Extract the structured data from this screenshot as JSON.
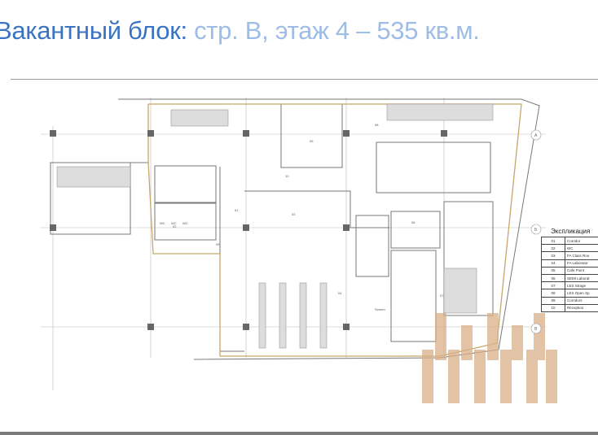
{
  "title": {
    "main": "Вакантный блок:",
    "detail": " стр. В, этаж 4 – 535 кв.м."
  },
  "legend": {
    "header": "Экспликация",
    "rows": [
      {
        "num": "01",
        "name": "Corridor"
      },
      {
        "num": "02",
        "name": "WC"
      },
      {
        "num": "03",
        "name": "FA Class Roo"
      },
      {
        "num": "04",
        "name": "FA Laborator"
      },
      {
        "num": "05",
        "name": "Cafe Point"
      },
      {
        "num": "06",
        "name": "SEMI Laborat"
      },
      {
        "num": "07",
        "name": "LES Strage"
      },
      {
        "num": "08",
        "name": "LES Open Sp"
      },
      {
        "num": "09",
        "name": "Corridors"
      },
      {
        "num": "10",
        "name": "Reception"
      }
    ]
  },
  "plan": {
    "room_labels": [
      "01",
      "02",
      "03",
      "04",
      "05",
      "06",
      "07",
      "08",
      "09",
      "10"
    ],
    "wc_labels": [
      "WC",
      "WC",
      "WC"
    ],
    "axis_labels": [
      "A",
      "Б",
      "В"
    ],
    "screen_label": "Screen"
  },
  "colors": {
    "title_main": "#3a73c4",
    "title_detail": "#9dbde6",
    "outline": "#c9a66b",
    "watermark": "#d9b088"
  }
}
